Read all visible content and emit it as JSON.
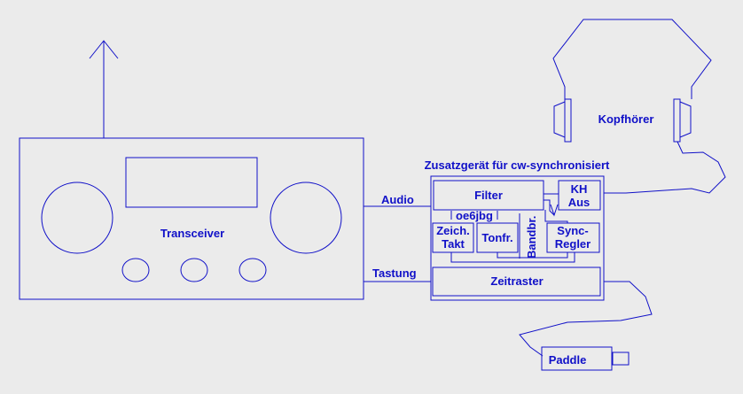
{
  "diagram": {
    "transceiver": "Transceiver",
    "audio": "Audio",
    "tastung": "Tastung",
    "device_title": "Zusatzgerät für cw-synchronisiert",
    "filter": "Filter",
    "kh_line1": "KH",
    "kh_line2": "Aus",
    "callsign": "oe6jbg",
    "zeich_line1": "Zeich.",
    "zeich_line2": "Takt",
    "tonfr": "Tonfr.",
    "bandbr": "Bandbr.",
    "sync_line1": "Sync-",
    "sync_line2": "Regler",
    "zeitraster": "Zeitraster",
    "kopfhoerer": "Kopfhörer",
    "paddle": "Paddle"
  },
  "colors": {
    "line": "#1010c8",
    "background": "#ebebeb"
  }
}
